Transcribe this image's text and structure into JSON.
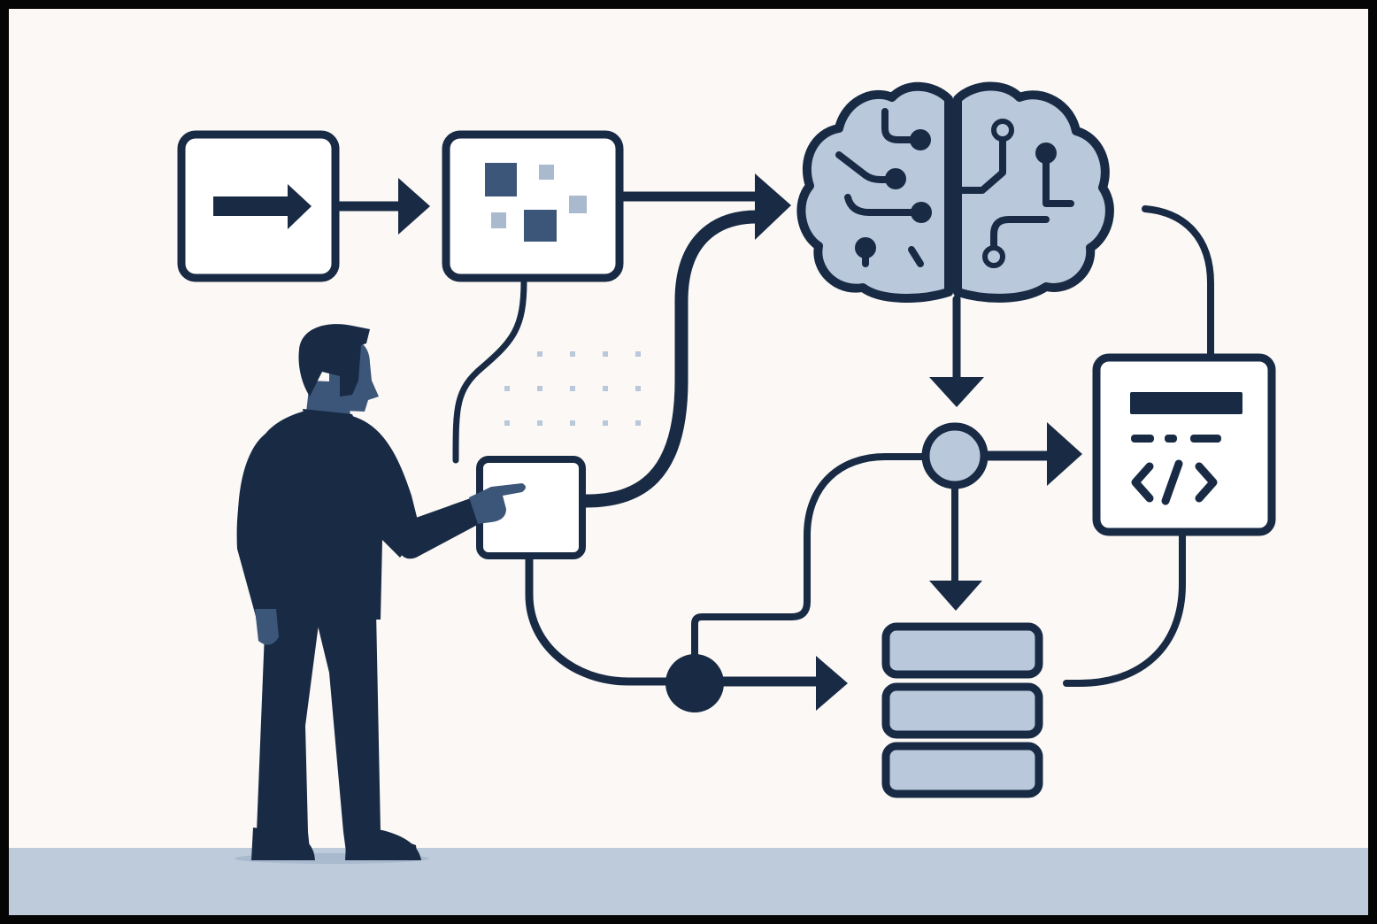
{
  "palette": {
    "frame": "#050505",
    "background": "#FBF8F5",
    "floor": "#BDCBDA",
    "navy": "#182A44",
    "slate_blue": "#3C5679",
    "light_blue": "#B9C8DA",
    "pale_blue": "#A9B9CE",
    "white": "#FFFFFF"
  },
  "nodes": [
    {
      "id": "input",
      "icon": "right-arrow-icon"
    },
    {
      "id": "data-processing",
      "icon": "scattered-squares-icon"
    },
    {
      "id": "ai-brain",
      "icon": "circuit-brain-icon"
    },
    {
      "id": "junction",
      "icon": "circle-node-icon"
    },
    {
      "id": "code-output",
      "icon": "code-window-icon"
    },
    {
      "id": "database",
      "icon": "database-stack-icon"
    },
    {
      "id": "touch-panel",
      "icon": "blank-panel-icon"
    },
    {
      "id": "merge-point",
      "icon": "filled-dot-icon"
    }
  ],
  "figure": {
    "icon": "person-pointing-icon"
  }
}
